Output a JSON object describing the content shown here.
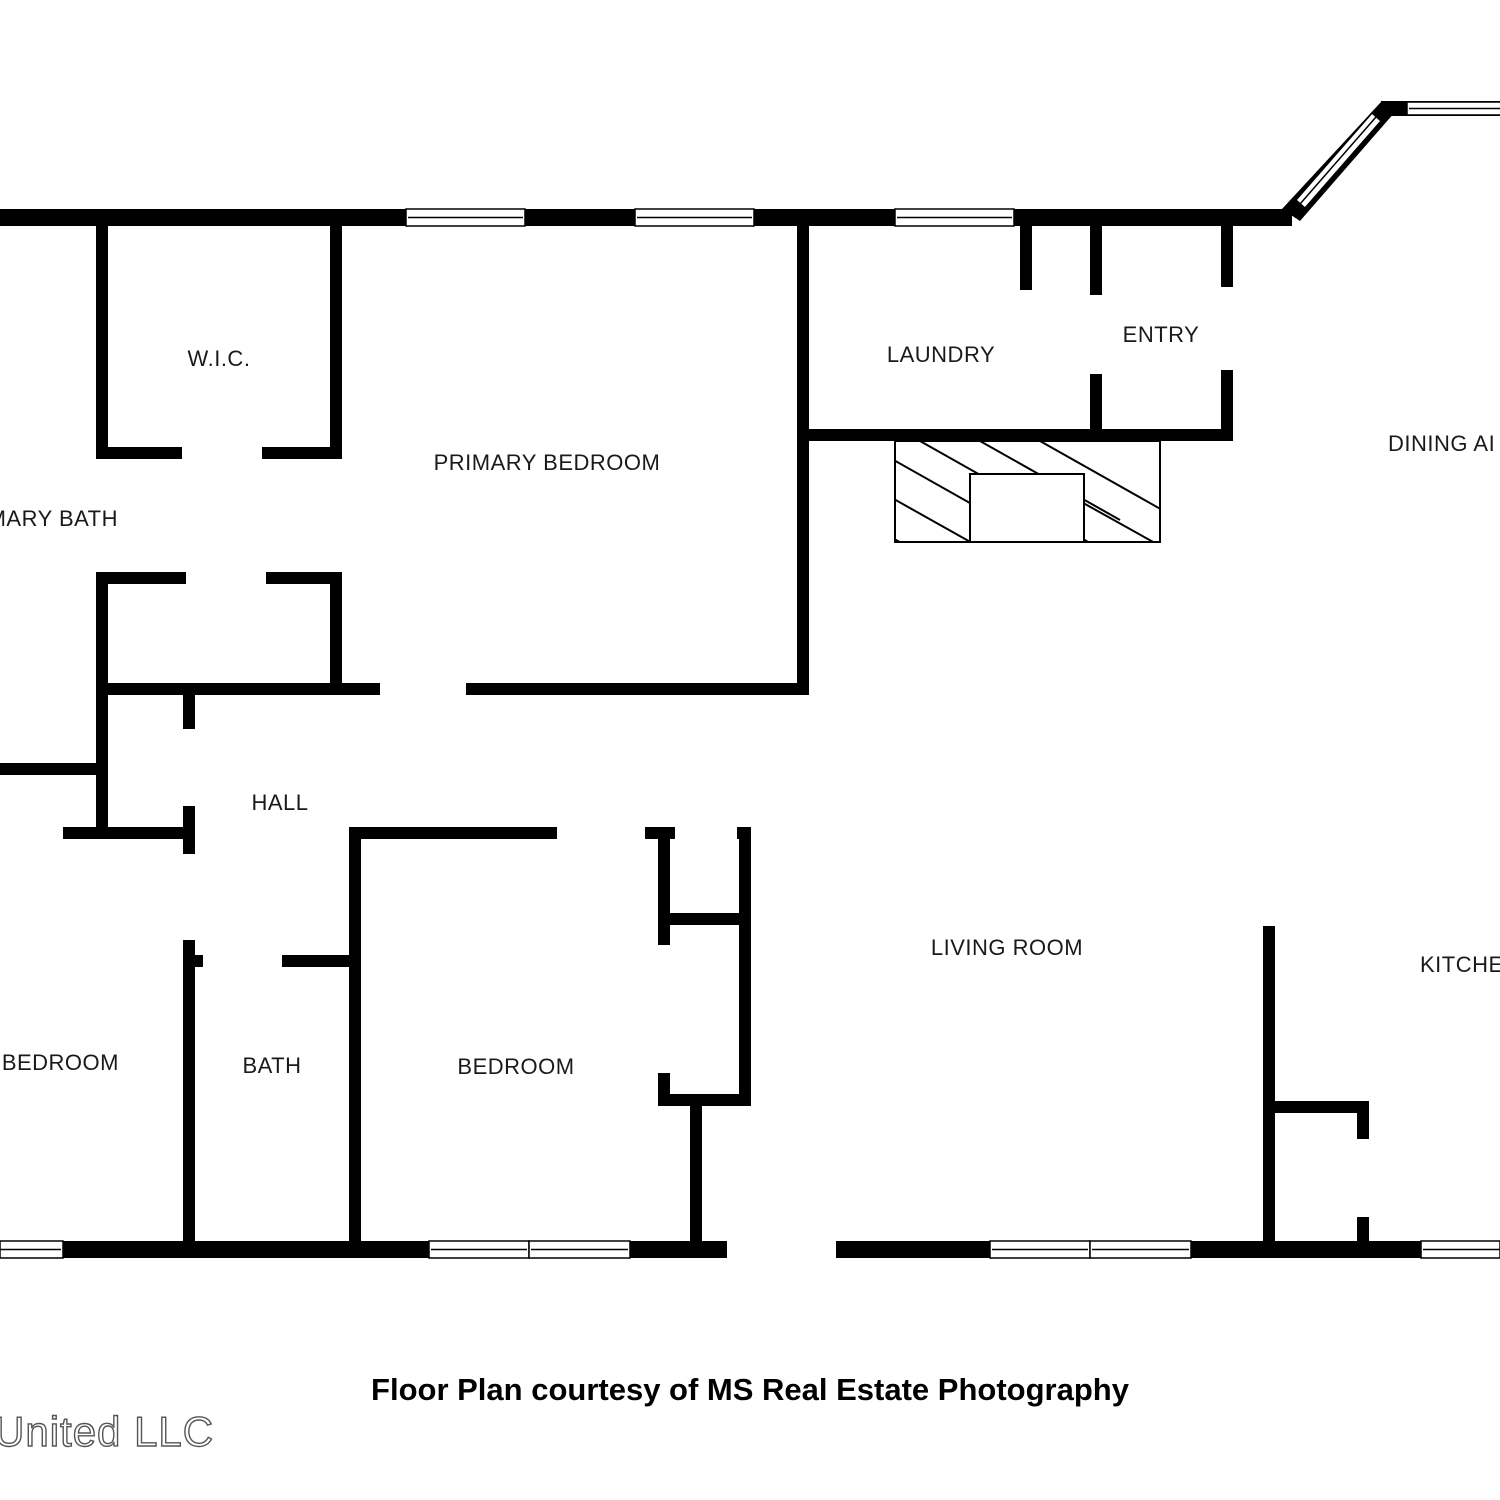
{
  "rooms": {
    "wic": "W.I.C.",
    "primary_bedroom": "PRIMARY BEDROOM",
    "primary_bath": "MARY BATH",
    "laundry": "LAUNDRY",
    "entry": "ENTRY",
    "dining_area": "DINING AI",
    "hall": "HALL",
    "living_room": "LIVING ROOM",
    "kitchen": "KITCHE",
    "bedroom_left": "BEDROOM",
    "bath": "BATH",
    "bedroom_center": "BEDROOM"
  },
  "caption": "Floor Plan courtesy of MS Real Estate Photography",
  "watermark": "United LLC",
  "colors": {
    "wall": "#000000",
    "background": "#ffffff",
    "text": "#1a1a1a"
  }
}
